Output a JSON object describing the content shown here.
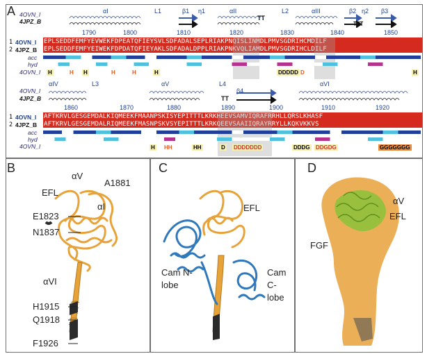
{
  "panels": {
    "a": "A",
    "b": "B",
    "c": "C",
    "d": "D"
  },
  "alignment": {
    "top": {
      "rows": [
        {
          "idx": "1",
          "name": "4OVN_I",
          "seq": "EPLSEDDFEMFYEVWEKFDPEATQFIEYSVLSDFADALSEPLRIAKPNQISLINMDLPMVSGDRIHCMDILF"
        },
        {
          "idx": "2",
          "name": "4JPZ_B",
          "seq": "EPLSEDDFEMFYEIWEKFDPDATQFIEYAKLSDFADALDPPLRIAKPNKVQLIAMDLPMVSGDRIHCLDILF"
        }
      ],
      "ss_labels": [
        "αI",
        "L1",
        "β1",
        "η1",
        "αII",
        "TT",
        "L2",
        "αIII",
        "β2",
        "η2",
        "β3"
      ],
      "numbers": [
        "1790",
        "1800",
        "1810",
        "1820",
        "1830",
        "1840",
        "1850"
      ],
      "track_labels": [
        "acc",
        "hyd",
        "4OVN_I"
      ],
      "marks": [
        "H",
        "H",
        "H",
        "H",
        "H",
        "H",
        "DDDDD",
        "D",
        "H"
      ]
    },
    "bottom": {
      "rows": [
        {
          "idx": "1",
          "name": "4OVN_I",
          "seq": "AFTKRVLGESGEMDALKIQMEEKFMAANPSKISYEPITTTLKRKHEEVSAMVIQRAFRRHLLQRSLKHASF"
        },
        {
          "idx": "2",
          "name": "4JPZ_B",
          "seq": "AFTKRVLGESGEMDALRIQMEEKFMASNPSKVSYEPITTTLKRKQEEVSAAIIQRAYRRYLLKQKVKKVS"
        }
      ],
      "ss_labels": [
        "αIV",
        "L3",
        "αV",
        "L4",
        "β4",
        "αVI",
        "TT"
      ],
      "numbers": [
        "1860",
        "1870",
        "1880",
        "1890",
        "1900",
        "1910",
        "1920"
      ],
      "track_labels": [
        "acc",
        "hyd",
        "4OVN_I"
      ],
      "marks": [
        "H",
        "HH",
        "HH",
        "D",
        "DDDDDDD",
        "DDDG",
        "DDGDG",
        "GGGGGGG"
      ]
    }
  },
  "panel_b": {
    "labels": [
      "αV",
      "A1881",
      "EFL",
      "αI",
      "E1823",
      "N1837",
      "αVI",
      "H1915",
      "Q1918",
      "F1926"
    ]
  },
  "panel_c": {
    "labels": [
      "EFL",
      "Cam N-lobe",
      "Cam C-lobe"
    ]
  },
  "panel_d": {
    "labels": [
      "αV",
      "EFL",
      "FGF"
    ]
  },
  "colors": {
    "red": "#d52b1e",
    "yellow": "#f5e04a",
    "blue_dark": "#1f3f9a",
    "blue_light": "#4fc0dd",
    "magenta": "#b3338f",
    "orange": "#e7a23a",
    "cam_blue": "#2f78bb",
    "fgf_green": "#8ac23a"
  }
}
